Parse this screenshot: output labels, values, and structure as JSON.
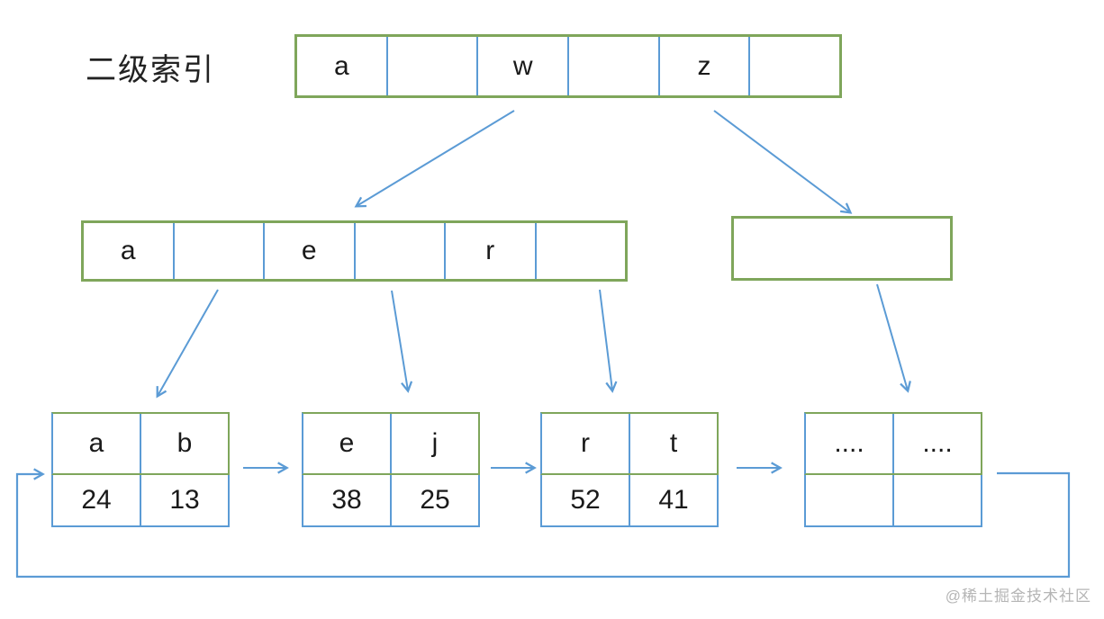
{
  "title": "二级索引",
  "watermark": "@稀土掘金技术社区",
  "colors": {
    "node_border_green": "#7fa65b",
    "divider_blue": "#5b9bd5",
    "arrow_blue": "#5b9bd5",
    "text": "#1a1a1a",
    "watermark_gray": "#b5b5b5"
  },
  "top_index": {
    "cells": [
      "a",
      "",
      "w",
      "",
      "z",
      ""
    ]
  },
  "second_level": {
    "left": {
      "cells": [
        "a",
        "",
        "e",
        "",
        "r",
        ""
      ]
    },
    "right": {
      "cells": []
    }
  },
  "leaf_nodes": [
    {
      "keys": [
        "a",
        "b"
      ],
      "values": [
        "24",
        "13"
      ]
    },
    {
      "keys": [
        "e",
        "j"
      ],
      "values": [
        "38",
        "25"
      ]
    },
    {
      "keys": [
        "r",
        "t"
      ],
      "values": [
        "52",
        "41"
      ]
    },
    {
      "keys": [
        "....",
        "...."
      ],
      "values": [
        "",
        ""
      ]
    }
  ]
}
